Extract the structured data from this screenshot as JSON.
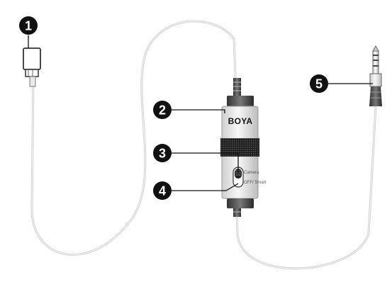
{
  "callouts": [
    "1",
    "2",
    "3",
    "4",
    "5"
  ],
  "brand": "BOYA",
  "switch": {
    "label_top": "Camera",
    "label_bottom": "OFF/ Smart"
  }
}
